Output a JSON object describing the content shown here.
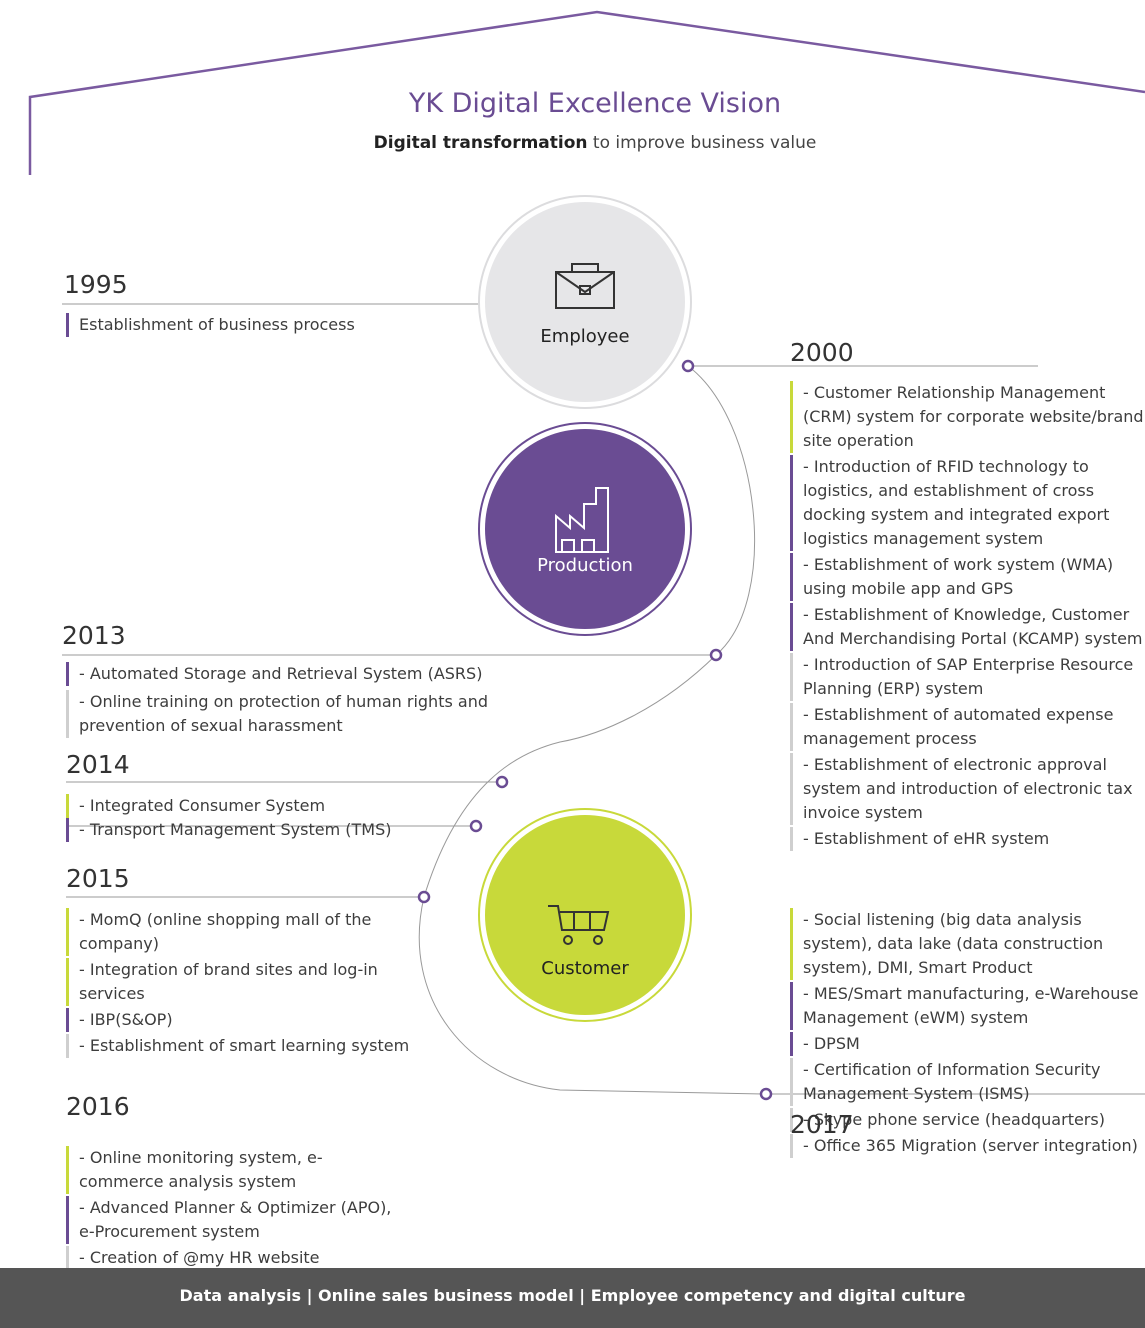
{
  "header": {
    "title": "YK Digital Excellence Vision",
    "subtitle_bold": "Digital transformation",
    "subtitle_rest": " to improve business value"
  },
  "circles": {
    "employee": "Employee",
    "production": "Production",
    "customer": "Customer"
  },
  "left": {
    "y1995": {
      "year": "1995",
      "items": [
        "Establishment of business process"
      ]
    },
    "y2013": {
      "year": "2013",
      "items": [
        "- Automated Storage and Retrieval System (ASRS)",
        "- Online training on protection of human rights and prevention of sexual harassment"
      ]
    },
    "y2014": {
      "year": "2014",
      "items": [
        "- Integrated Consumer System",
        "- Transport Management System (TMS)"
      ]
    },
    "y2015": {
      "year": "2015",
      "items": [
        "- MomQ (online shopping mall of the company)",
        "- Integration of brand sites and log-in services",
        "- IBP(S&OP)",
        "- Establishment of smart learning system"
      ]
    },
    "y2016": {
      "year": "2016",
      "items": [
        "- Online monitoring system, e-commerce analysis system",
        "- Advanced Planner & Optimizer (APO), e-Procurement system",
        "- Creation of @my HR website"
      ]
    }
  },
  "right": {
    "y2000": {
      "year": "2000",
      "items": [
        "- Customer Relationship Management (CRM) system for corporate website/brand site operation",
        "- Introduction of RFID technology to logistics, and establishment of cross docking system and integrated export logistics management system",
        "- Establishment of work system (WMA) using mobile app and GPS",
        "- Establishment of Knowledge, Customer And Merchandising Portal (KCAMP) system",
        "- Introduction of SAP Enterprise Resource Planning (ERP) system",
        "- Establishment of automated expense management process",
        "- Establishment of electronic approval system and introduction of electronic tax invoice system",
        "- Establishment of eHR system"
      ]
    },
    "y2017": {
      "year": "2017",
      "items": [
        "- Social listening (big data analysis system), data lake (data construction system), DMI, Smart Product",
        "- MES/Smart manufacturing, e-Warehouse Management (eWM) system",
        "- DPSM",
        "- Certification of Information Security Management System (ISMS)",
        "- Skype phone service (headquarters)",
        "- Office 365 Migration (server integration)"
      ]
    }
  },
  "footer": {
    "text": "Data analysis |  Online sales business model | Employee competency and digital culture"
  },
  "colors": {
    "purple": "#6a4c93",
    "green": "#c8d93a",
    "gray": "#e6e6e8",
    "footer": "#555555"
  }
}
